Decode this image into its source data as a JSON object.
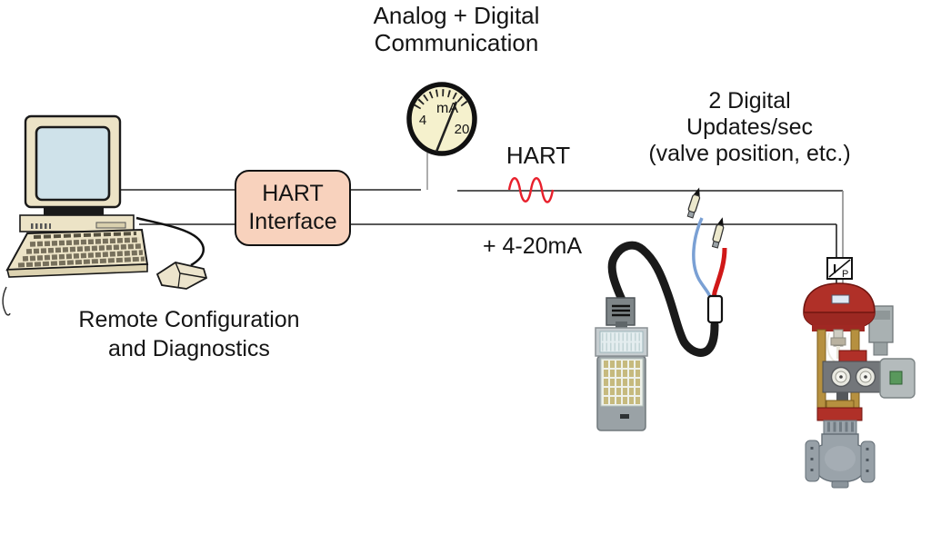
{
  "labels": {
    "analog_digital_communication": "Analog + Digital\nCommunication",
    "hart_interface": "HART\nInterface",
    "hart_signal": "HART",
    "current_loop": "+ 4-20mA",
    "digital_updates": "2 Digital\nUpdates/sec\n(valve position, etc.)",
    "remote_configuration": "Remote Configuration\nand Diagnostics"
  },
  "gauge": {
    "unit": "mA",
    "min_value": "4",
    "max_value": "20"
  },
  "ip_converter": {
    "current_symbol": "I",
    "pressure_symbol": "P"
  },
  "colors": {
    "hart_interface_fill": "#f8d2bd",
    "hart_wave": "#e8202c",
    "gauge_face": "#f5f1cd",
    "wire_red": "#d01818",
    "wire_blue": "#7aa0d4",
    "actuator_red": "#b03028",
    "signal_line": "#222222"
  }
}
